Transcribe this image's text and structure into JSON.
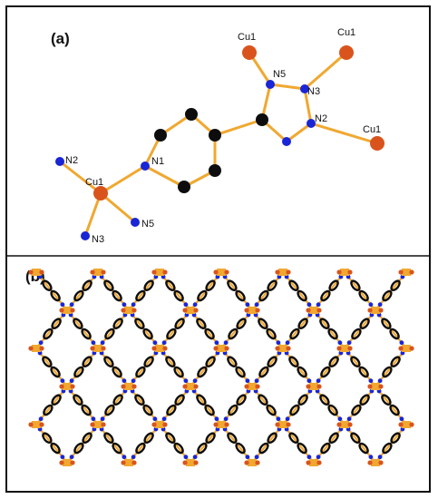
{
  "panels": {
    "a": {
      "label": "(a)"
    },
    "b": {
      "label": "(b)"
    }
  },
  "atoms": {
    "cu_top_left": "Cu1",
    "cu_top_right": "Cu1",
    "cu_right": "Cu1",
    "cu_center": "Cu1",
    "n5_triazole": "N5",
    "n3_triazole": "N3",
    "n2_triazole": "N2",
    "n1_pyridine": "N1",
    "n2_ligand": "N2",
    "n3_ligand": "N3",
    "n5_ligand": "N5"
  },
  "colors": {
    "bond": "#f0a830",
    "copper": "#d9541c",
    "nitrogen": "#1a25d6",
    "carbon": "#0d0d0d",
    "frame": "#111111"
  }
}
